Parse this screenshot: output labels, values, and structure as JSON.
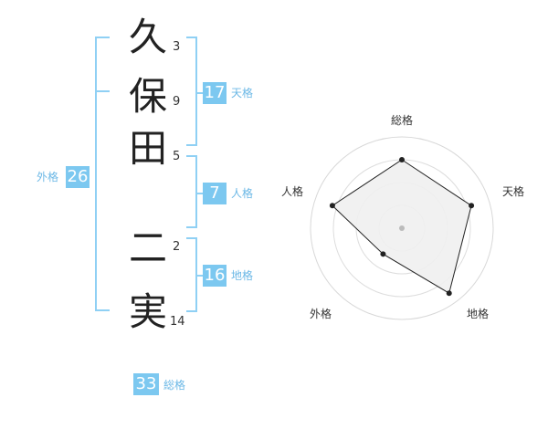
{
  "name": {
    "chars": [
      "久",
      "保",
      "田",
      "二",
      "実"
    ],
    "strokes": [
      "3",
      "9",
      "5",
      "2",
      "14"
    ]
  },
  "kaku": {
    "tenkaku": {
      "value": "17",
      "label": "天格"
    },
    "jinkaku": {
      "value": "7",
      "label": "人格"
    },
    "chikaku": {
      "value": "16",
      "label": "地格"
    },
    "gaikaku": {
      "value": "26",
      "label": "外格"
    },
    "soukaku": {
      "value": "33",
      "label": "総格"
    }
  },
  "chart_data": {
    "type": "radar",
    "axes": [
      "総格",
      "天格",
      "地格",
      "外格",
      "人格"
    ],
    "values": [
      0.75,
      0.8,
      0.88,
      0.35,
      0.8
    ],
    "max": 1,
    "fill_color": "#f0f0f0",
    "line_color": "#222222"
  },
  "colors": {
    "accent": "#7cc8f0",
    "accent_text": "#6cb8e6"
  }
}
